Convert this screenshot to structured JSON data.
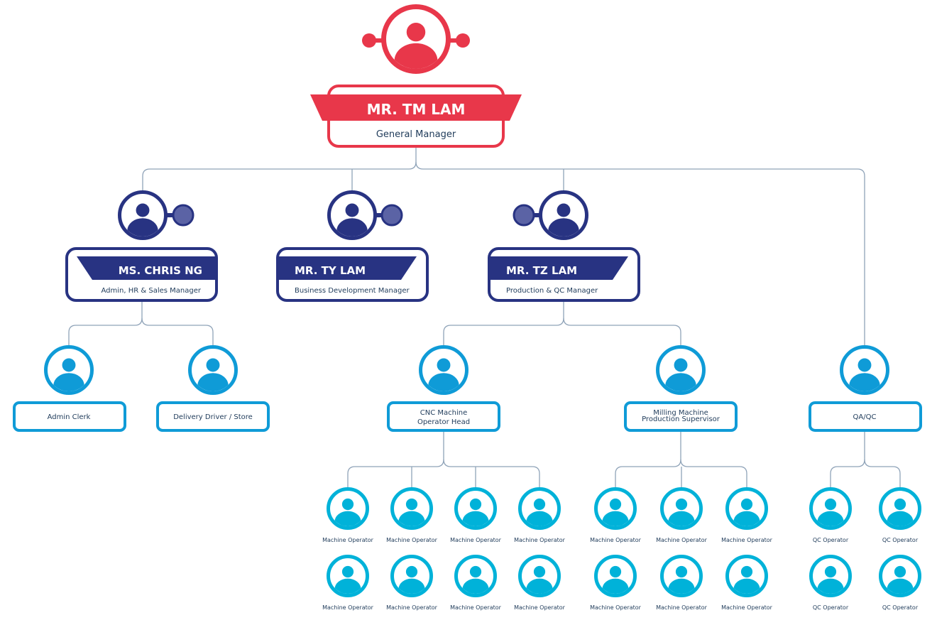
{
  "colors": {
    "red": "#e8374a",
    "navy": "#283382",
    "navy_light": "#5b63a5",
    "blue": "#0f9bd7",
    "cyan": "#00b2d9",
    "line": "#8fa3b8",
    "text": "#1f3b5a"
  },
  "general_manager": {
    "name": "MR. TM LAM",
    "role": "General Manager"
  },
  "managers": [
    {
      "name": "MS. CHRIS NG",
      "role": "Admin, HR & Sales Manager"
    },
    {
      "name": "MR. TY LAM",
      "role": "Business Development Manager"
    },
    {
      "name": "MR. TZ LAM",
      "role": "Production & QC Manager"
    }
  ],
  "staff": [
    {
      "lines": [
        "Admin Clerk"
      ]
    },
    {
      "lines": [
        "Delivery Driver / Store"
      ]
    },
    {
      "lines": [
        "CNC Machine",
        "Operator Head"
      ]
    },
    {
      "lines": [
        "Milling Machine",
        "Production Supervisor"
      ]
    },
    {
      "lines": [
        "QA/QC"
      ]
    }
  ],
  "operators": {
    "cnc": [
      "Machine Operator",
      "Machine Operator",
      "Machine Operator",
      "Machine Operator",
      "Machine Operator",
      "Machine Operator",
      "Machine Operator",
      "Machine Operator"
    ],
    "milling": [
      "Machine Operator",
      "Machine Operator",
      "Machine Operator",
      "Machine Operator",
      "Machine Operator",
      "Machine Operator"
    ],
    "qc": [
      "QC Operator",
      "QC Operator",
      "QC Operator",
      "QC Operator"
    ]
  }
}
